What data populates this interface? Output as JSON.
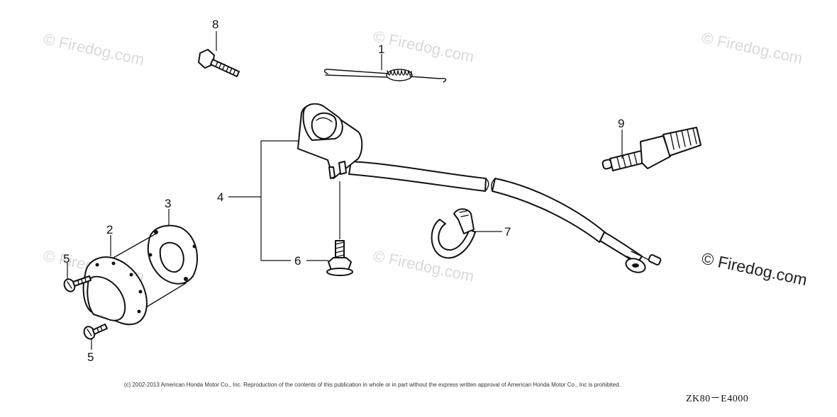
{
  "watermark": {
    "text": "© Firedog.com",
    "color": "#d9d9d9"
  },
  "watermark_large": "© Firedog.com",
  "callouts": [
    "1",
    "2",
    "3",
    "4",
    "5",
    "5",
    "6",
    "7",
    "8",
    "9"
  ],
  "copyright": "(c) 2002-2013 American Honda Motor Co., Inc. Reproduction of the contents of this publication in whole or in part without the express written approval of American Honda Motor Co., Inc is prohibited.",
  "diagram_code": "ZK80－E4000",
  "parts": {
    "p1": "spring-icon",
    "p2": "switch-housing-icon",
    "p3": "gasket-icon",
    "p4": "switch-assembly-icon",
    "p5": "screw-icon",
    "p6": "screw-washer-icon",
    "p7": "cable-clamp-icon",
    "p8": "bolt-icon",
    "p9": "spark-plug-icon"
  }
}
